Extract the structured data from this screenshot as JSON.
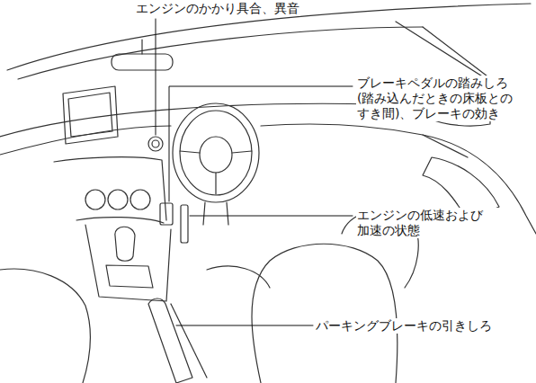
{
  "diagram": {
    "labels": [
      "エンジンのかかり具合、異音",
      "ブレーキペダルの踏みしろ (踏み込んだときの床板との すき間)、ブレーキの効き",
      "エンジンの低速および 加速の状態",
      "パーキングブレーキの引きしろ"
    ]
  }
}
